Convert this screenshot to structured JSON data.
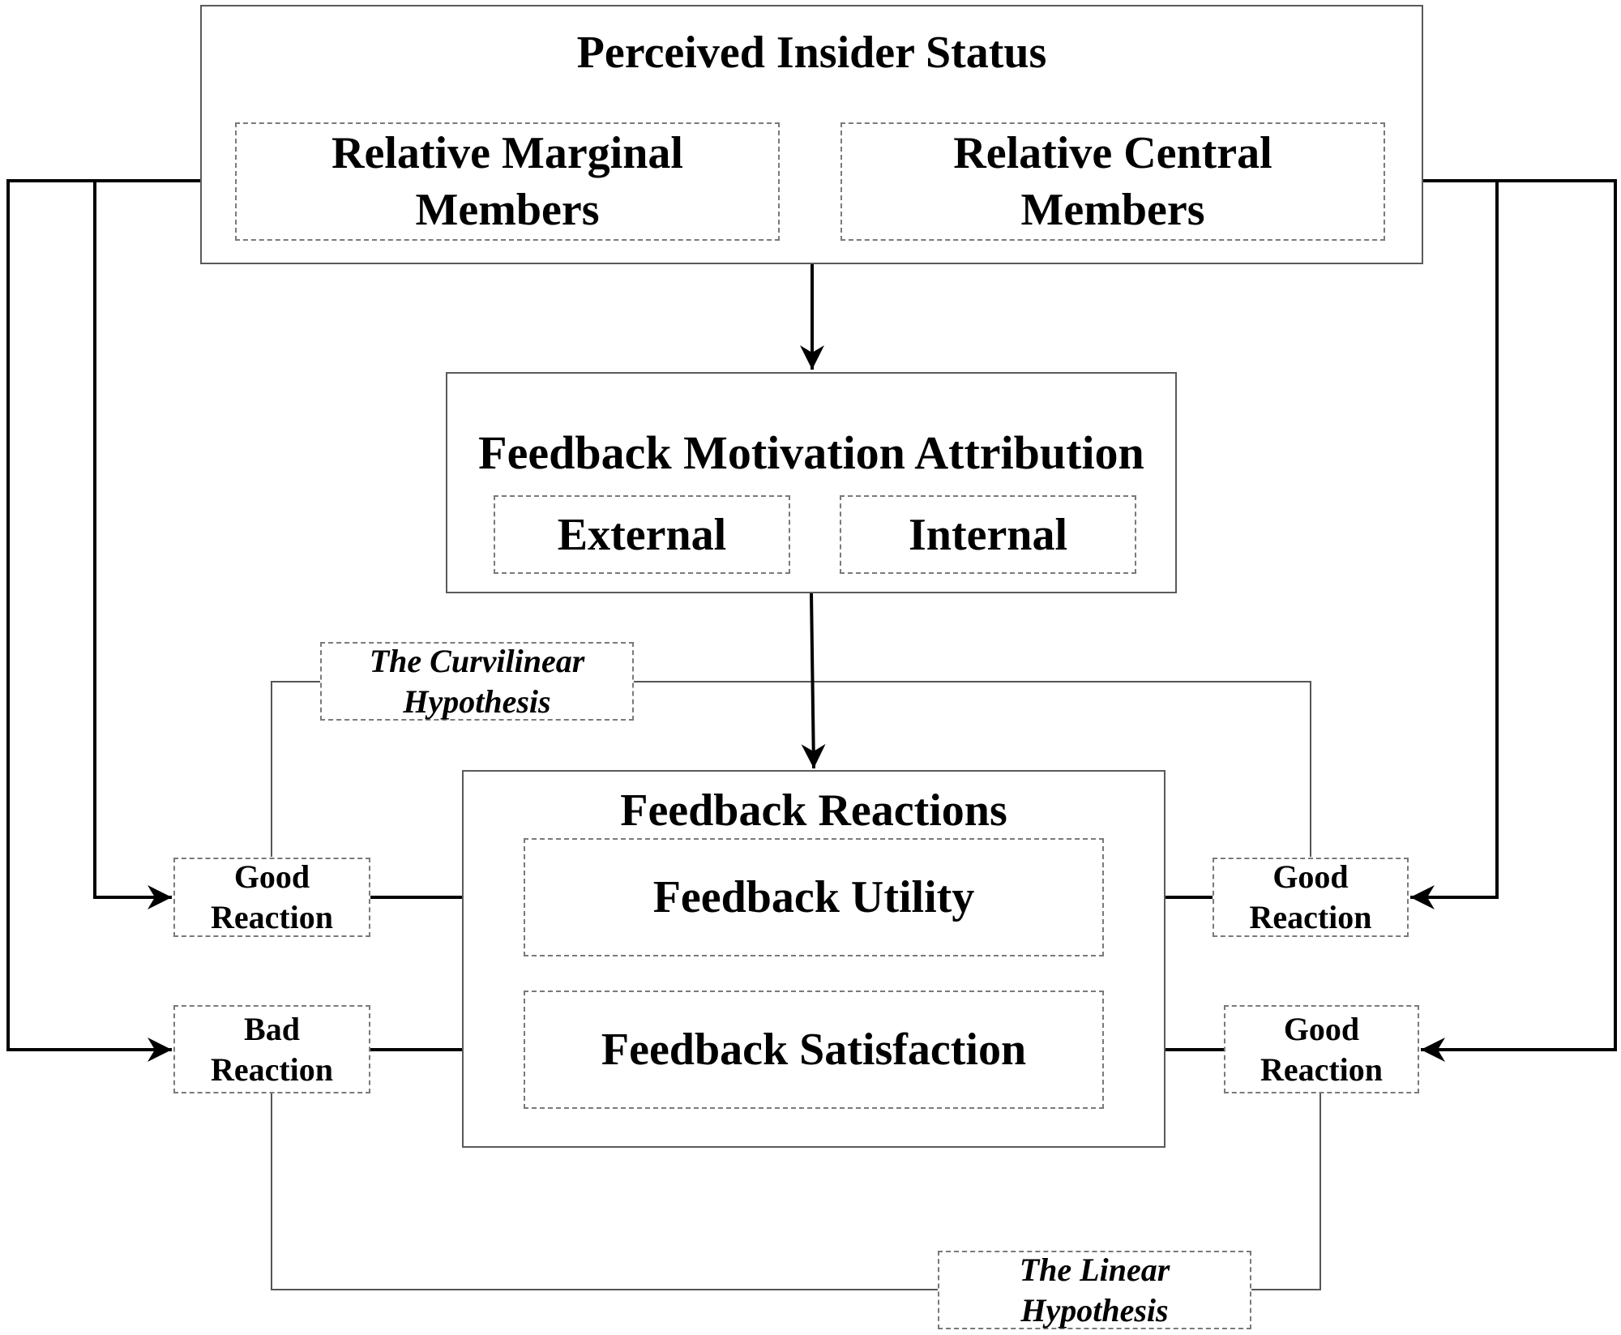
{
  "perceived_insider_status": {
    "title": "Perceived Insider Status",
    "marginal": "Relative Marginal Members",
    "central": "Relative Central Members"
  },
  "motivation_attribution": {
    "title": "Feedback Motivation Attribution",
    "external": "External",
    "internal": "Internal"
  },
  "feedback_reactions": {
    "title": "Feedback Reactions",
    "utility": "Feedback Utility",
    "satisfaction": "Feedback Satisfaction"
  },
  "reactions": {
    "left_top": "Good Reaction",
    "left_bottom": "Bad Reaction",
    "right_top": "Good Reaction",
    "right_bottom": "Good Reaction"
  },
  "hypotheses": {
    "curvilinear": "The Curvilinear Hypothesis",
    "linear": "The Linear Hypothesis"
  }
}
